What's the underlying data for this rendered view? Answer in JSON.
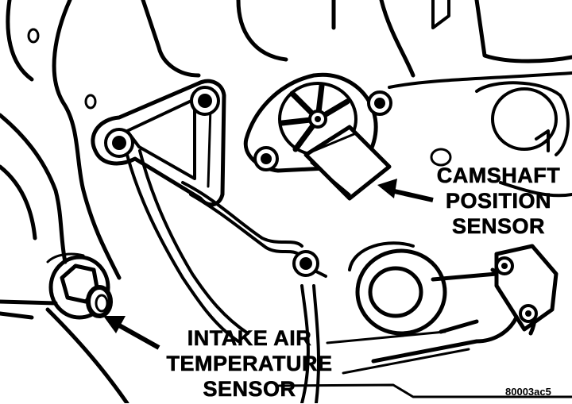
{
  "labels": {
    "camshaft": [
      "CAMSHAFT",
      "POSITION",
      "SENSOR"
    ],
    "intake_air": [
      "INTAKE AIR",
      "TEMPERATURE",
      "SENSOR"
    ]
  },
  "figure_id": "80003ac5",
  "colors": {
    "ink": "#000000",
    "paper": "#ffffff"
  }
}
